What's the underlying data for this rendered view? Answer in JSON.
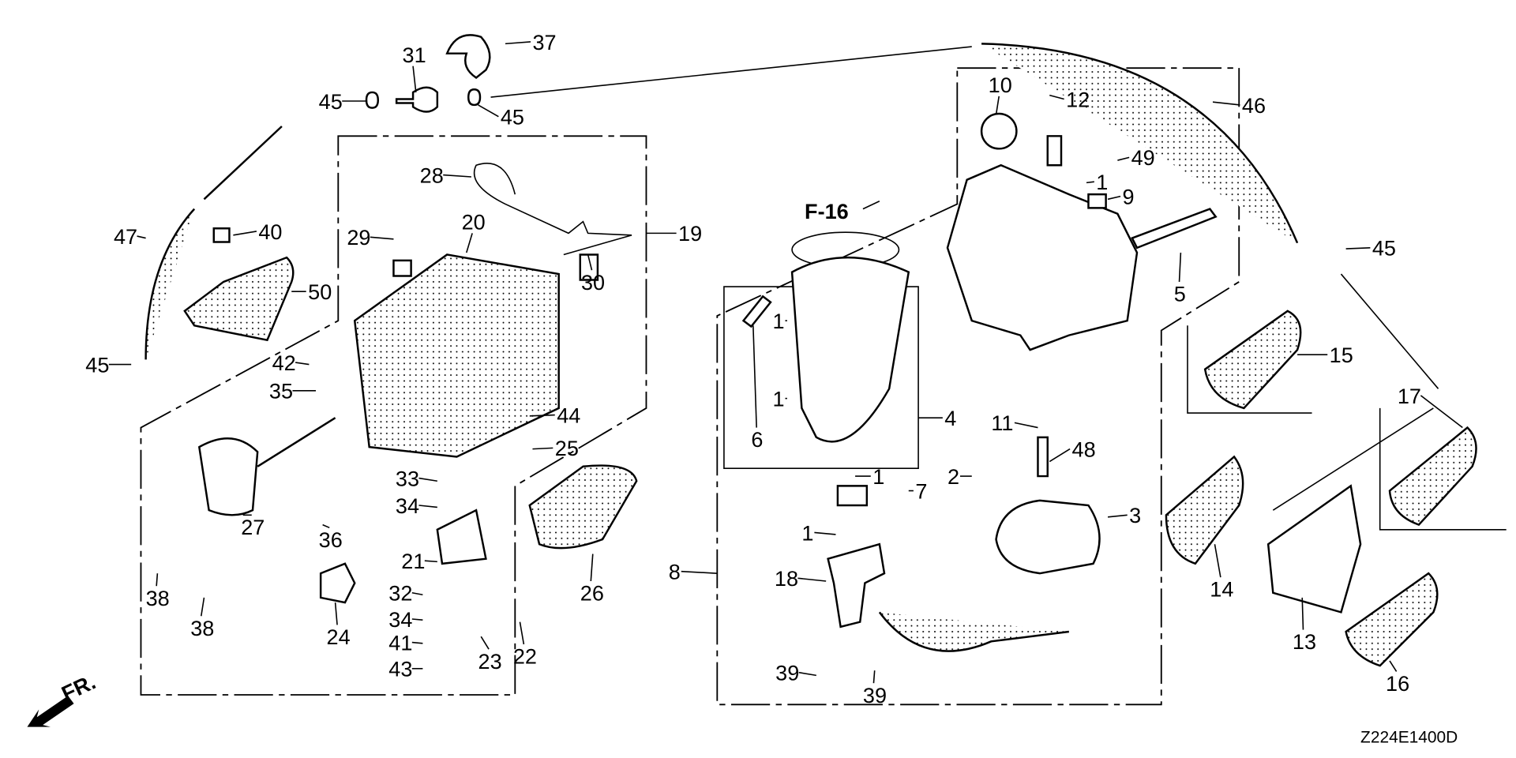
{
  "diagram": {
    "reference_label": "F-16",
    "direction_label": "FR.",
    "drawing_code": "Z224E1400D",
    "part_labels": [
      "37",
      "31",
      "45",
      "45",
      "46",
      "10",
      "12",
      "49",
      "1",
      "9",
      "28",
      "20",
      "19",
      "47",
      "40",
      "29",
      "30",
      "50",
      "45",
      "5",
      "1",
      "15",
      "6",
      "1",
      "4",
      "11",
      "48",
      "2",
      "1",
      "7",
      "3",
      "45",
      "42",
      "35",
      "44",
      "25",
      "33",
      "34",
      "36",
      "21",
      "26",
      "8",
      "1",
      "18",
      "17",
      "14",
      "13",
      "16",
      "27",
      "38",
      "38",
      "24",
      "32",
      "34",
      "41",
      "43",
      "23",
      "22",
      "39",
      "39"
    ]
  }
}
